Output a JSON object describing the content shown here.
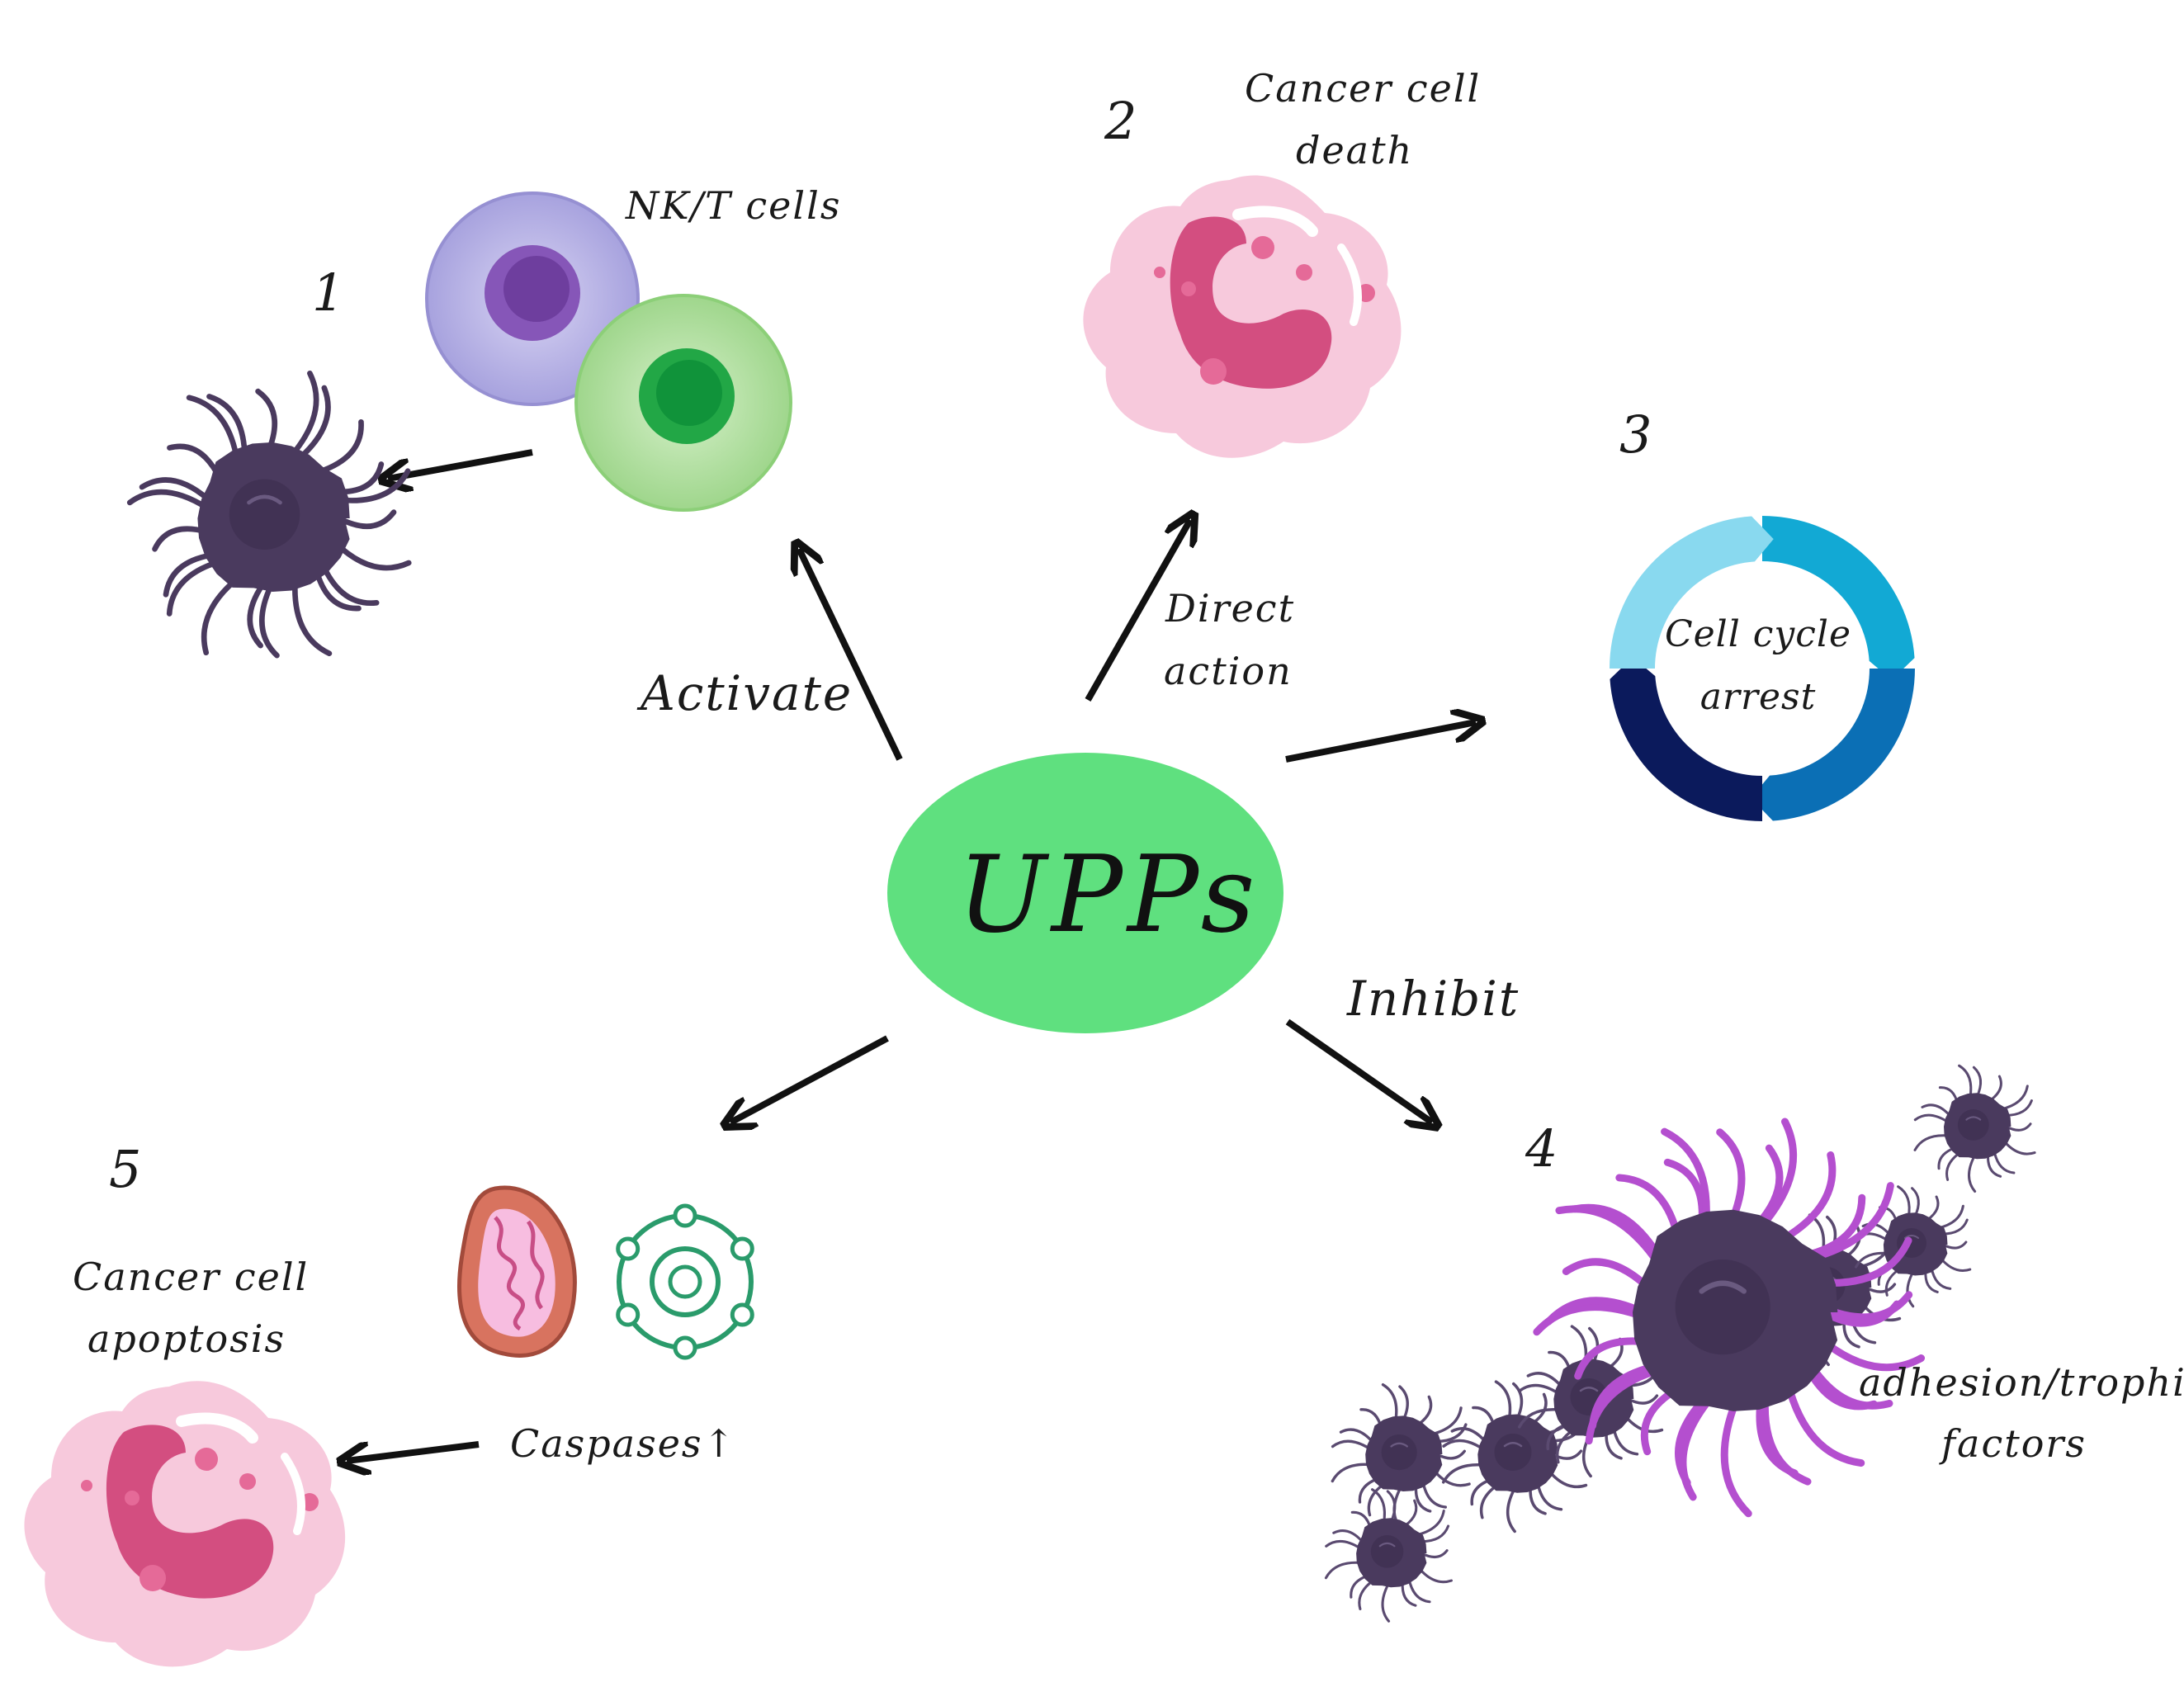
{
  "center": {
    "label": "UPPs",
    "color": "#5fe07f"
  },
  "numbers": {
    "n1": "1",
    "n2": "2",
    "n3": "3",
    "n4": "4",
    "n5": "5"
  },
  "labels": {
    "nk_t_cells": "NK/T cells",
    "cancer_cell_death_line1": "Cancer cell",
    "cancer_cell_death_line2": "death",
    "activate": "Activate",
    "direct_action_line1": "Direct",
    "direct_action_line2": "action",
    "cell_cycle_line1": "Cell cycle",
    "cell_cycle_line2": "arrest",
    "inhibit": "Inhibit",
    "adhesion_line1": "adhesion/trophic",
    "adhesion_line2": "factors",
    "caspases": "Caspases↑",
    "apoptosis_line1": "Cancer cell",
    "apoptosis_line2": "apoptosis"
  },
  "colors": {
    "nk_cell": "#b7b3e6",
    "t_cell": "#b6e3a6",
    "cancer_cell": "#4a3a5e",
    "dying_cell": "#f6c9dc",
    "dying_nucleus": "#d14d7e",
    "cycle_light": "#89d9ef",
    "cycle_mid": "#12a9d4",
    "cycle_dark": "#0b6fb5",
    "cycle_navy": "#0b1a5c",
    "mito": "#d8735f",
    "caspase_ring": "#2a9b6b",
    "arrow": "#111111"
  }
}
